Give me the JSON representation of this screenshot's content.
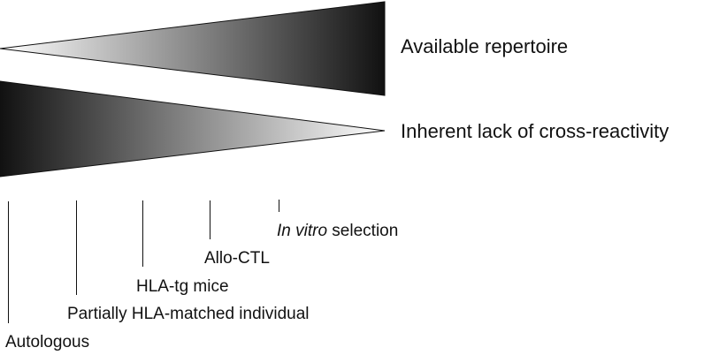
{
  "wedges": {
    "top_label": "Available repertoire",
    "bottom_label": "Inherent lack of cross-reactivity"
  },
  "approaches": [
    {
      "label": "Autologous"
    },
    {
      "label": "Partially HLA-matched individual"
    },
    {
      "label": "HLA-tg mice"
    },
    {
      "label": "Allo-CTL"
    },
    {
      "label_italic": "In vitro",
      "label_rest": " selection"
    }
  ],
  "colors": {
    "dark": "#111111",
    "light": "#ffffff"
  }
}
